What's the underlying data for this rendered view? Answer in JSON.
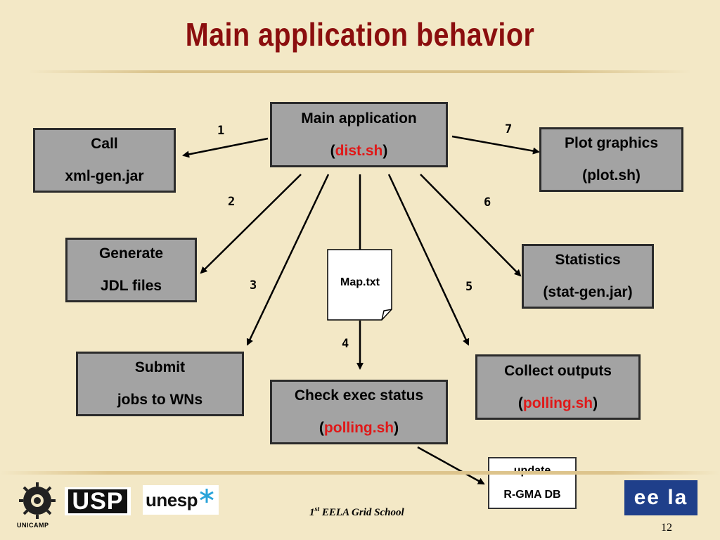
{
  "title": "Main application behavior",
  "nodes": {
    "main": {
      "line1": "Main application",
      "paren_open": "(",
      "script": "dist.sh",
      "paren_close": ")"
    },
    "call": {
      "line1": "Call",
      "line2": "xml-gen.jar"
    },
    "plot": {
      "line1": "Plot graphics",
      "line2": "(plot.sh)"
    },
    "generate": {
      "line1": "Generate",
      "line2": "JDL files"
    },
    "statistics": {
      "line1": "Statistics",
      "line2": "(stat-gen.jar)"
    },
    "submit": {
      "line1": "Submit",
      "line2": "jobs to WNs"
    },
    "check": {
      "line1": "Check exec status",
      "paren_open": "(",
      "script": "polling.sh",
      "paren_close": ")"
    },
    "collect": {
      "line1": "Collect outputs",
      "paren_open": "(",
      "script": "polling.sh",
      "paren_close": ")"
    },
    "update": {
      "line1": "update",
      "line2": "R-GMA DB"
    },
    "map_file": "Map.txt"
  },
  "step_numbers": [
    "1",
    "2",
    "3",
    "4",
    "5",
    "6",
    "7"
  ],
  "footer": {
    "ordinal": "1",
    "ordinal_suffix": "st",
    "text": " EELA Grid School",
    "page": "12"
  },
  "logos": {
    "unicamp": "UNICAMP",
    "usp": "USP",
    "unesp": "unesp",
    "eela": "ee la"
  },
  "colors": {
    "title": "#8b0e0e",
    "background": "#f3e8c6",
    "box_fill": "#a3a3a3",
    "script_highlight": "#e01818"
  }
}
